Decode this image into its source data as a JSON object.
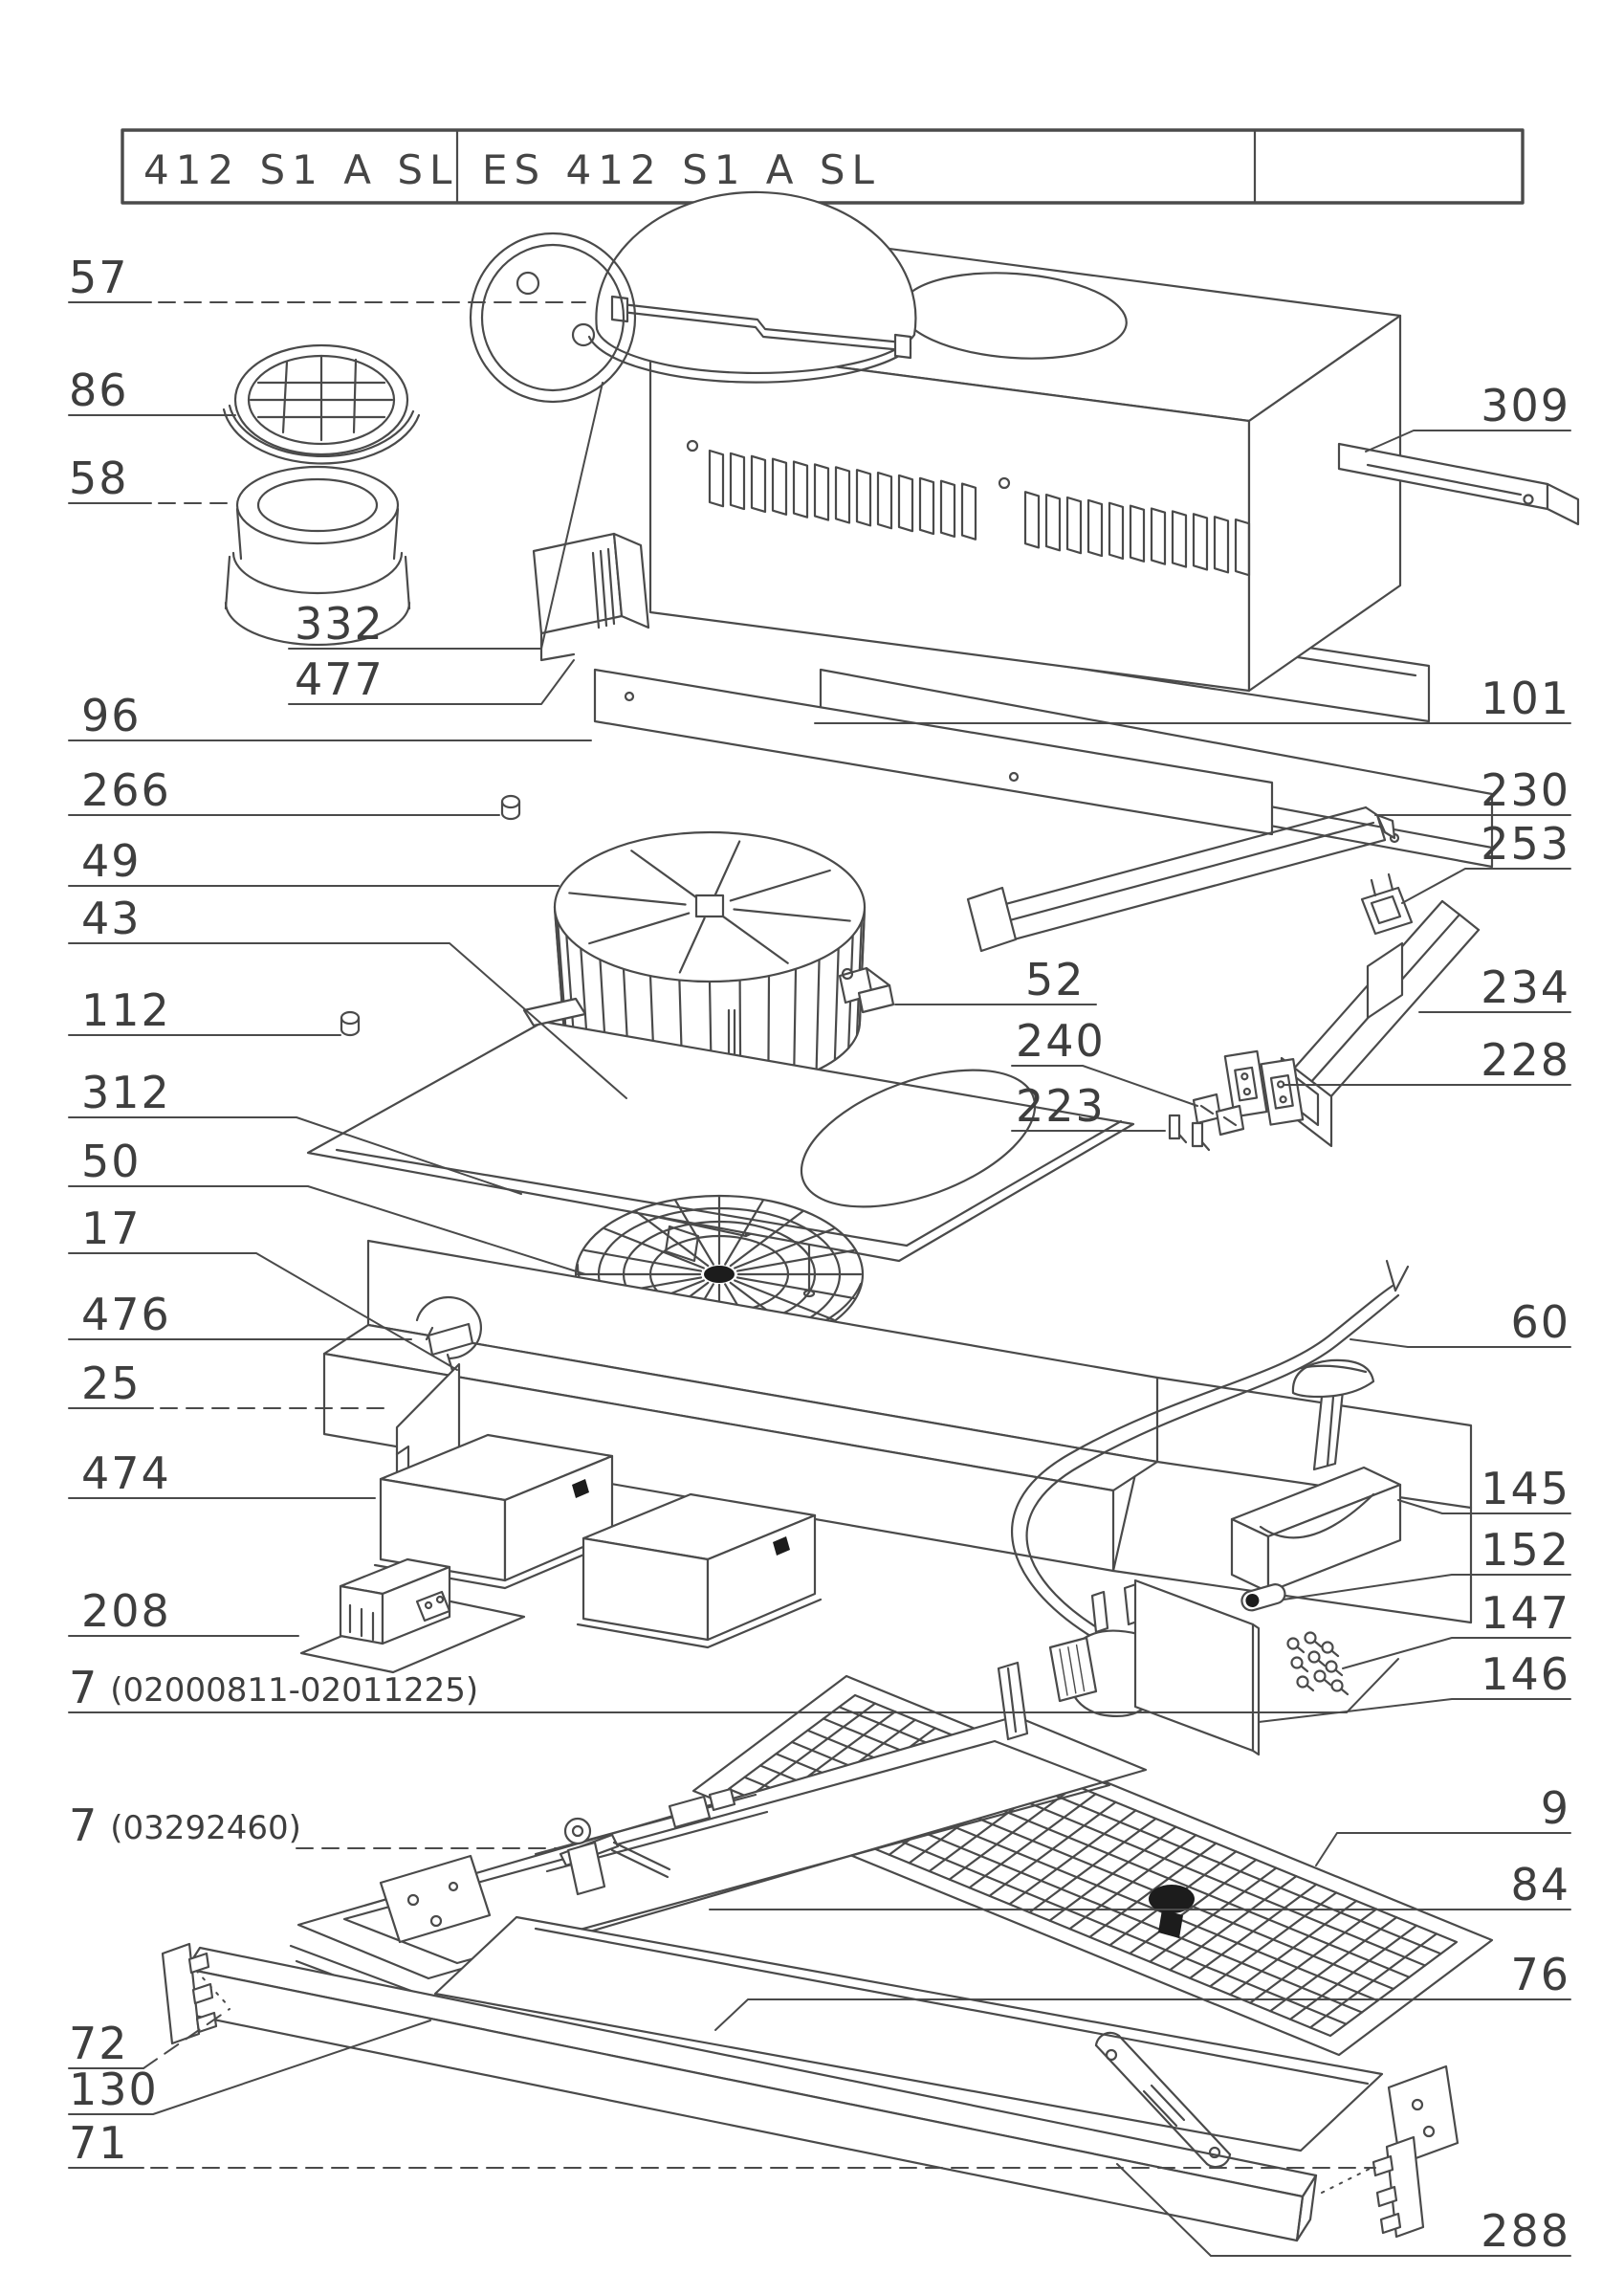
{
  "title_block": {
    "model_left": "412 S1 A SL",
    "model_right": "ES 412 S1 A SL"
  },
  "parts": {
    "labels": [
      {
        "id": "57",
        "text": "57"
      },
      {
        "id": "86",
        "text": "86"
      },
      {
        "id": "58",
        "text": "58"
      },
      {
        "id": "332",
        "text": "332"
      },
      {
        "id": "477",
        "text": "477"
      },
      {
        "id": "96",
        "text": "96"
      },
      {
        "id": "266",
        "text": "266"
      },
      {
        "id": "49",
        "text": "49"
      },
      {
        "id": "43",
        "text": "43"
      },
      {
        "id": "112",
        "text": "112"
      },
      {
        "id": "312",
        "text": "312"
      },
      {
        "id": "50",
        "text": "50"
      },
      {
        "id": "17",
        "text": "17"
      },
      {
        "id": "476",
        "text": "476"
      },
      {
        "id": "25",
        "text": "25"
      },
      {
        "id": "474",
        "text": "474"
      },
      {
        "id": "208",
        "text": "208"
      },
      {
        "id": "7a",
        "text": "7",
        "suffix": "(02000811-02011225)"
      },
      {
        "id": "7b",
        "text": "7",
        "suffix": "(03292460)"
      },
      {
        "id": "72",
        "text": "72"
      },
      {
        "id": "130",
        "text": "130"
      },
      {
        "id": "71",
        "text": "71"
      },
      {
        "id": "52",
        "text": "52"
      },
      {
        "id": "240",
        "text": "240"
      },
      {
        "id": "223",
        "text": "223"
      },
      {
        "id": "309",
        "text": "309"
      },
      {
        "id": "101",
        "text": "101"
      },
      {
        "id": "230",
        "text": "230"
      },
      {
        "id": "253",
        "text": "253"
      },
      {
        "id": "234",
        "text": "234"
      },
      {
        "id": "228",
        "text": "228"
      },
      {
        "id": "60",
        "text": "60"
      },
      {
        "id": "145",
        "text": "145"
      },
      {
        "id": "152",
        "text": "152"
      },
      {
        "id": "147",
        "text": "147"
      },
      {
        "id": "146",
        "text": "146"
      },
      {
        "id": "9",
        "text": "9"
      },
      {
        "id": "84",
        "text": "84"
      },
      {
        "id": "76",
        "text": "76"
      },
      {
        "id": "288",
        "text": "288"
      }
    ]
  }
}
